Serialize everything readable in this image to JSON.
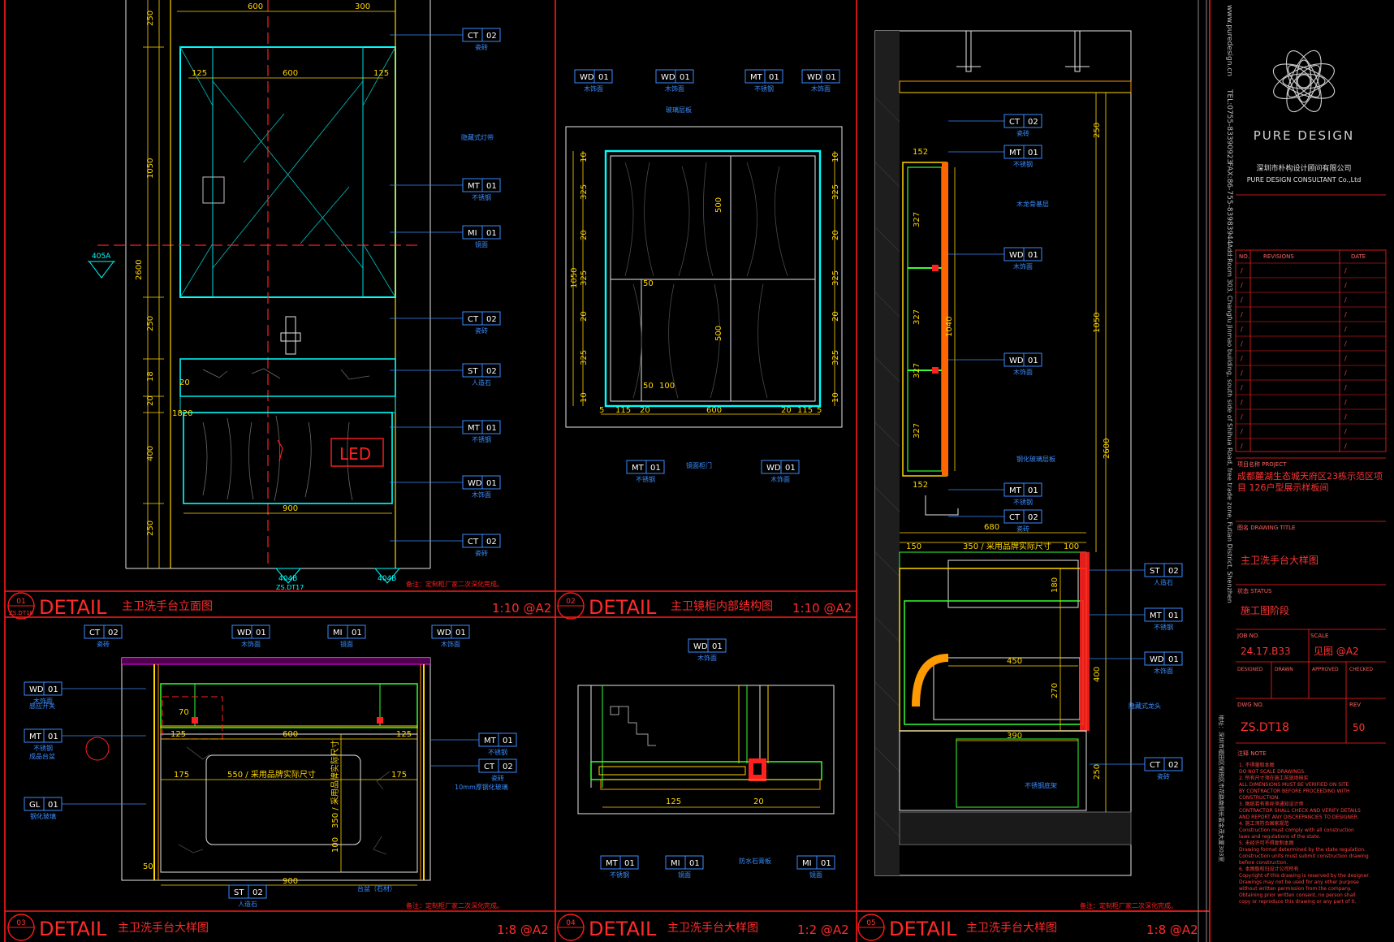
{
  "detail_word": "DETAIL",
  "panels": [
    {
      "title": "主卫洗手台立面图",
      "scale": "1:10  @A2",
      "bubble": "01",
      "bubble_sub": "ZS.DT18"
    },
    {
      "title": "主卫镜柜内部结构图",
      "scale": "1:10  @A2",
      "bubble": "02",
      "bubble_sub": ""
    },
    {
      "title": "主卫洗手台大样图",
      "scale": "1:8  @A2",
      "bubble": "03",
      "bubble_sub": ""
    },
    {
      "title": "主卫洗手台大样图",
      "scale": "1:2  @A2",
      "bubble": "04",
      "bubble_sub": ""
    },
    {
      "title": "主卫洗手台大样图",
      "scale": "1:8  @A2",
      "bubble": "05",
      "bubble_sub": ""
    }
  ],
  "tags": {
    "p1": [
      {
        "code": "CT",
        "num": "02",
        "desc": "瓷砖"
      },
      {
        "code": "MT",
        "num": "01",
        "desc": "不锈钢"
      },
      {
        "code": "MI",
        "num": "01",
        "desc": "镜面"
      },
      {
        "code": "CT",
        "num": "02",
        "desc": "瓷砖"
      },
      {
        "code": "ST",
        "num": "02",
        "desc": "人造石"
      },
      {
        "code": "MT",
        "num": "01",
        "desc": "不锈钢"
      },
      {
        "code": "WD",
        "num": "01",
        "desc": "木饰面"
      },
      {
        "code": "CT",
        "num": "02",
        "desc": "瓷砖"
      }
    ],
    "p2_top": [
      {
        "code": "WD",
        "num": "01",
        "desc": "木饰面"
      },
      {
        "code": "WD",
        "num": "01",
        "desc": "木饰面"
      },
      {
        "code": "MT",
        "num": "01",
        "desc": "不锈钢"
      },
      {
        "code": "WD",
        "num": "01",
        "desc": "木饰面"
      }
    ],
    "p2_bottom": [
      {
        "code": "MT",
        "num": "01",
        "desc": "不锈钢"
      },
      {
        "code": "WD",
        "num": "01",
        "desc": "木饰面"
      }
    ],
    "p3_top": [
      {
        "code": "CT",
        "num": "02",
        "desc": "瓷砖"
      },
      {
        "code": "WD",
        "num": "01",
        "desc": "木饰面"
      },
      {
        "code": "MI",
        "num": "01",
        "desc": "镜面"
      },
      {
        "code": "WD",
        "num": "01",
        "desc": "木饰面"
      }
    ],
    "p3_left": [
      {
        "code": "WD",
        "num": "01",
        "desc": "木饰面"
      },
      {
        "code": "MT",
        "num": "01",
        "desc": "不锈钢"
      },
      {
        "code": "GL",
        "num": "01",
        "desc": "钢化玻璃"
      }
    ],
    "p3_right": [
      {
        "code": "MT",
        "num": "01",
        "desc": "不锈钢"
      },
      {
        "code": "CT",
        "num": "02",
        "desc": "瓷砖"
      }
    ],
    "p3_bottom": [
      {
        "code": "ST",
        "num": "02",
        "desc": "人造石"
      }
    ],
    "p4": [
      {
        "code": "WD",
        "num": "01",
        "desc": "木饰面"
      },
      {
        "code": "MT",
        "num": "01",
        "desc": "不锈钢"
      },
      {
        "code": "MI",
        "num": "01",
        "desc": "镜面"
      },
      {
        "code": "MI",
        "num": "01",
        "desc": "镜面"
      }
    ],
    "p5_mid": [
      {
        "code": "CT",
        "num": "02",
        "desc": "瓷砖"
      },
      {
        "code": "MT",
        "num": "01",
        "desc": "不锈钢"
      },
      {
        "code": "WD",
        "num": "01",
        "desc": "木饰面"
      },
      {
        "code": "WD",
        "num": "01",
        "desc": "木饰面"
      },
      {
        "code": "MT",
        "num": "01",
        "desc": "不锈钢"
      },
      {
        "code": "CT",
        "num": "02",
        "desc": "瓷砖"
      }
    ],
    "p5_right": [
      {
        "code": "ST",
        "num": "02",
        "desc": "人造石"
      },
      {
        "code": "MT",
        "num": "01",
        "desc": "不锈钢"
      },
      {
        "code": "WD",
        "num": "01",
        "desc": "木饰面"
      },
      {
        "code": "CT",
        "num": "02",
        "desc": "瓷砖"
      }
    ]
  },
  "dims": {
    "p1_top": [
      "600",
      "300"
    ],
    "p1_inner": [
      "125",
      "600",
      "125"
    ],
    "p1_left": [
      "250",
      "1050",
      "2600",
      "250",
      "18",
      "20",
      "400",
      "250"
    ],
    "p1_bottom": "900",
    "p1_misc": [
      "1820",
      "20"
    ],
    "p2_left": [
      "10",
      "325",
      "20",
      "325",
      "20",
      "325",
      "10"
    ],
    "p2_right": [
      "10",
      "325",
      "20",
      "325",
      "20",
      "325",
      "10"
    ],
    "p2_total": "1050",
    "p2_bottom": [
      "5",
      "115",
      "20",
      "600",
      "20",
      "115",
      "5"
    ],
    "p2_inner": [
      "500",
      "500",
      "50",
      "50",
      "100"
    ],
    "p3_top": [
      "125",
      "600",
      "125"
    ],
    "p3_mid": [
      "175",
      "550 / 采用品牌实际尺寸",
      "175"
    ],
    "p3_vert": [
      "350 / 采用品牌实际尺寸",
      "100"
    ],
    "p3_misc": [
      "50",
      "900",
      "70"
    ],
    "p4": [
      "125",
      "20"
    ],
    "p5_right": [
      "250",
      "1050",
      "2600"
    ],
    "p5_shelf": [
      "327",
      "327",
      "327",
      "327"
    ],
    "p5_horiz": [
      "152",
      "152",
      "680",
      "150",
      "350 / 采用品牌实际尺寸",
      "100",
      "450",
      "390"
    ],
    "p5_vert": [
      "1040",
      "180",
      "400",
      "250",
      "270"
    ]
  },
  "labels": {
    "led": "LED",
    "sec405a": "405A",
    "sec404b": "404B",
    "sec404a": "404B",
    "sec_sub": "ZS.DT17",
    "note1": "备注：定制柜厂家二次深化完成。",
    "note3": "备注：定制柜厂家二次深化完成。",
    "note5": "备注：定制柜厂家二次深化完成。",
    "anno1": "隐藏式灯带",
    "anno2": "不锈钢底架",
    "anno3": "玻璃层板",
    "anno4": "镜面柜门",
    "anno5": "感应开关",
    "anno6": "10mm厚钢化玻璃",
    "anno7": "台盆（石材）",
    "anno8": "成品台盆",
    "anno9": "防水石膏板",
    "anno10": "木龙骨基层",
    "anno11": "钢化玻璃层板",
    "anno12": "隐藏式龙头"
  },
  "title_block": {
    "url": "www.puredesign.cn",
    "tel": "TEL:0755-83390923",
    "fax": "FAX:86-755-83983944",
    "brand": "PURE DESIGN",
    "company_cn": "深圳市朴构设计顾问有限公司",
    "company_en": "PURE DESIGN CONSULTANT Co.,Ltd",
    "address": "Add:Room 303, Changfu Jinmao building, south side of Shihua Road, free trade zone, Futian District, Shenzhen",
    "address_cn": "地址：深圳市福田区保税区市花路南侧长富金茂大厦303室",
    "rev_header": [
      "NO.",
      "REVISIONS",
      "DATE"
    ],
    "rev_rows": 13,
    "project_label": "项目名称 PROJECT",
    "project_name": "成都麓湖生态城天府区23栋示范区项目 126户型展示样板间",
    "drawing_title_label": "图名 DRAWING TITLE",
    "drawing_title": "主卫洗手台大样图",
    "status_label": "状态 STATUS",
    "status": "施工图阶段",
    "job_no_label": "JOB NO.",
    "job_no": "24.17.B33",
    "scale_label": "SCALE",
    "scale": "见图  @A2",
    "dwg_no_label": "DWG NO.",
    "dwg_no": "ZS.DT18",
    "rev_label": "REV",
    "rev": "50",
    "sign_labels": [
      "DESIGNED",
      "DRAWN",
      "APPROVED",
      "CHECKED"
    ],
    "notes_title": "注释 NOTE",
    "notes": [
      "1. 不得量取本图",
      "DO NOT SCALE DRAWINGS.",
      "2. 所有尺寸须在施工前现场核实",
      "ALL DIMENSIONS MUST BE VERIFIED ON SITE",
      "BY CONTRACTOR BEFORE PROCEEDING WITH",
      "CONSTRUCTION.",
      "3. 图纸若有差异须通知设计师",
      "CONTRACTOR SHALL CHECK AND VERIFY DETAILS",
      "AND REPORT ANY DISCREPANCIES TO DESIGNER.",
      "4. 施工须符合国家规范",
      "Construction must comply with all construction",
      "laws and regulations of the state.",
      "5. 未经许可不得复制本图",
      "Drawing format determined by the state regulation.",
      "Construction units must submit construction drawing",
      "before construction.",
      "6. 本图版权归设计公司所有",
      "Copyright of this drawing is reserved by the designer.",
      "Drawings may not be used for any other purpose",
      "without written permission from the company.",
      "Obtaining prior written consent, no person shall",
      "copy or reproduce this drawing or any part of it."
    ]
  }
}
